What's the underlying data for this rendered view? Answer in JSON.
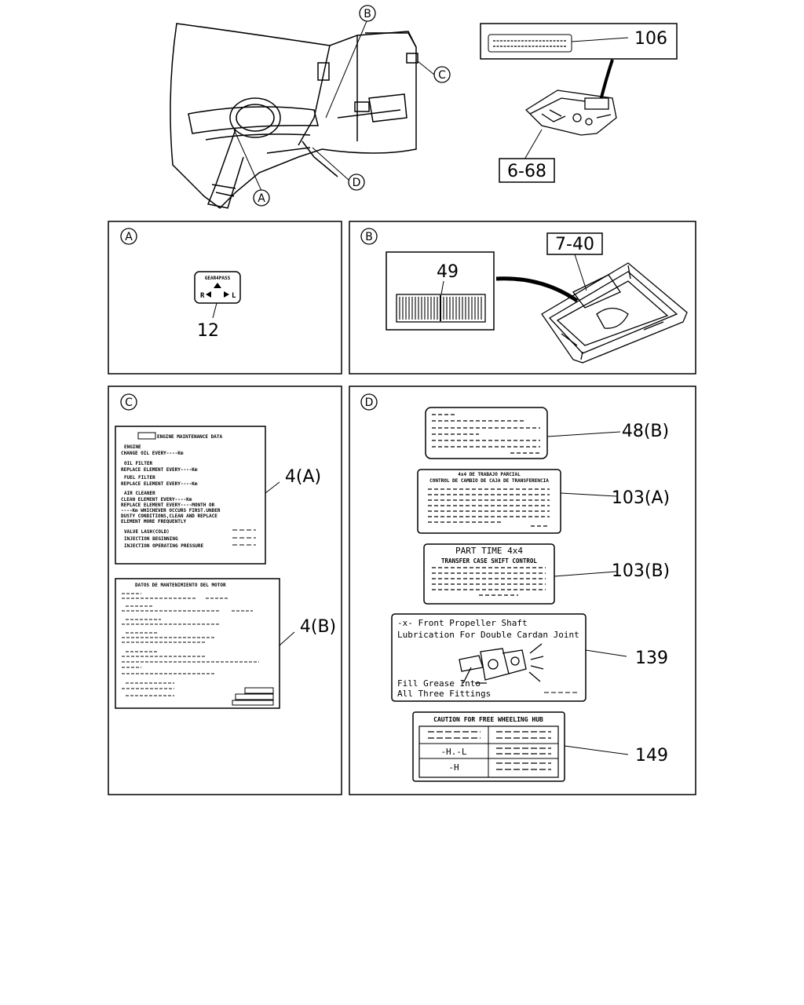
{
  "callouts": {
    "c106": "106",
    "c668": "6-68",
    "c12": "12",
    "c49": "49",
    "c740": "7-40",
    "c4a": "4(A)",
    "c4b": "4(B)",
    "c48b": "48(B)",
    "c103a": "103(A)",
    "c103b": "103(B)",
    "c139": "139",
    "c149": "149"
  },
  "markers": {
    "a": "A",
    "b": "B",
    "c": "C",
    "d": "D"
  },
  "label_12": {
    "top": "GEAR4PASS",
    "left": "R",
    "right": "L"
  },
  "label_4a": {
    "title": "ENGINE MAINTENANCE DATA",
    "lines": [
      "ENGINE",
      "CHANGE OIL EVERY----Km",
      "OIL FILTER",
      "REPLACE ELEMENT EVERY----Km",
      "FUEL FILTER",
      "REPLACE ELEMENT EVERY----Km",
      "AIR CLEANER",
      "CLEAN ELEMENT EVERY----Km",
      "REPLACE ELEMENT EVERY----MONTH OR",
      "----Km WHICHEVER OCCURS FIRST.UNDER",
      "DUSTY CONDITIONS,CLEAN AND REPLACE",
      "ELEMENT MORE FREQUENTLY",
      "VALVE LASH(COLD)",
      "INJECTION BEGINNING",
      "INJECTION OPERATING PRESSURE"
    ]
  },
  "label_4b": {
    "title": "DATOS DE MANTENIMIENTO DEL MOTOR"
  },
  "label_103a": {
    "line1": "4x4 DE TRABAJO PARCIAL",
    "line2": "CONTROL DE CAMBIO DE CAJA DE TRANSFERENCIA"
  },
  "label_103b": {
    "line1": "PART TIME 4x4",
    "line2": "TRANSFER CASE SHIFT CONTROL"
  },
  "label_139": {
    "line1": "-x- Front Propeller Shaft",
    "line2": "Lubrication For Double Cardan Joint",
    "line3": "Fill Grease Into",
    "line4": "All Three Fittings"
  },
  "label_149": {
    "title": "CAUTION FOR FREE WHEELING HUB",
    "row2": "-H.-L",
    "row3": "-H"
  }
}
